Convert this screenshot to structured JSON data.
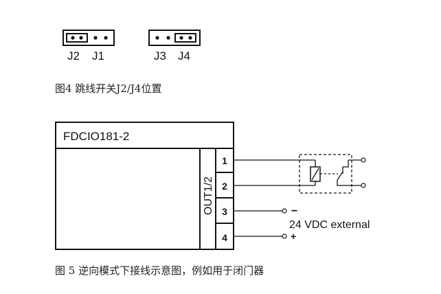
{
  "jumpers": {
    "left": {
      "label_a": "J2",
      "label_b": "J1"
    },
    "right": {
      "label_a": "J3",
      "label_b": "J4"
    }
  },
  "caption_fig4": "图4 跳线开关J2/J4位置",
  "module": {
    "title": "FDCIO181-2",
    "output_label": "OUT1/2",
    "terminals": [
      "1",
      "2",
      "3",
      "4"
    ]
  },
  "supply": {
    "minus_sign": "−",
    "plus_sign": "+",
    "label": "24 VDC external"
  },
  "caption_fig5": "图 5 逆向模式下接线示意图，例如用于闭门器"
}
